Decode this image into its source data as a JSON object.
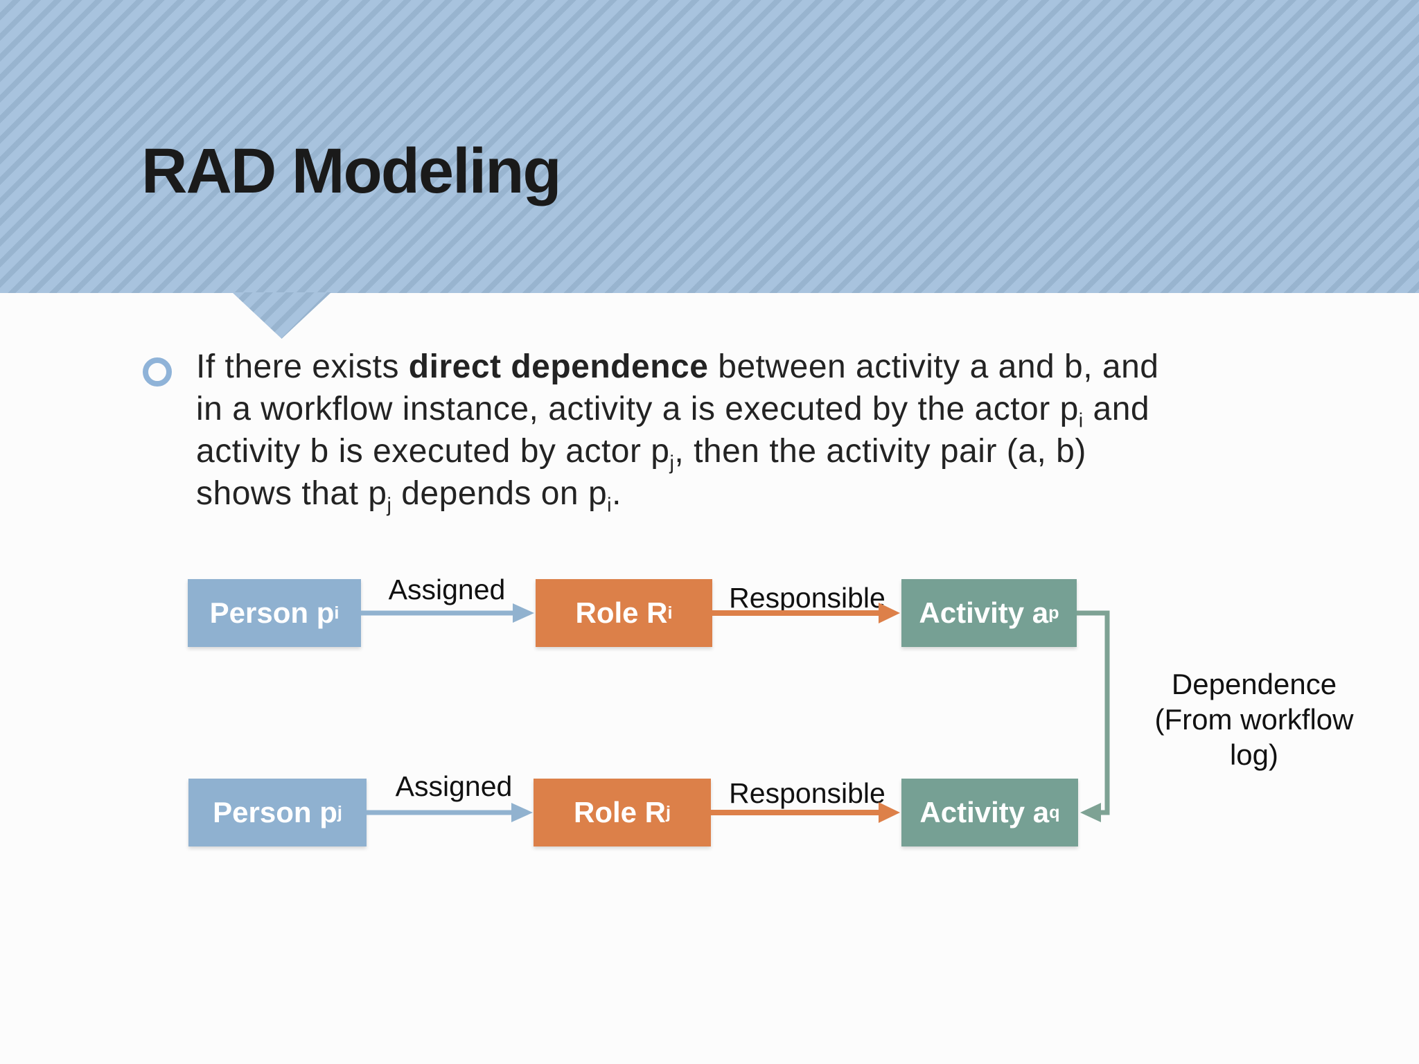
{
  "colors": {
    "background": "#fcfcfc",
    "band_light": "#a8c3de",
    "band_dark": "#98b4cf",
    "title_text": "#1a1a1a",
    "body_text": "#232323",
    "label_text": "#111111",
    "bullet_ring": "#8fb3d8",
    "person_box": "#8fb1d0",
    "role_box": "#dc8049",
    "activity_box": "#76a094",
    "arrow_blue": "#91b2cf",
    "arrow_orange": "#dd8049",
    "dependence_line": "#7ea294",
    "box_text": "#ffffff"
  },
  "title": "RAD Modeling",
  "bullet": {
    "icon": "ring-bullet-icon",
    "lines": [
      [
        {
          "t": "If there exists "
        },
        {
          "t": "direct dependence",
          "b": true
        },
        {
          "t": " between activity a and b, and"
        }
      ],
      [
        {
          "t": "in a workflow instance, activity a is executed by the actor p"
        },
        {
          "t": "i",
          "sub": true
        },
        {
          "t": " and"
        }
      ],
      [
        {
          "t": "activity b is executed by actor p"
        },
        {
          "t": "j",
          "sub": true
        },
        {
          "t": ", then the activity pair (a, b)"
        }
      ],
      [
        {
          "t": "shows that p"
        },
        {
          "t": "j",
          "sub": true
        },
        {
          "t": " depends on p"
        },
        {
          "t": "i",
          "sub": true
        },
        {
          "t": "."
        }
      ]
    ]
  },
  "diagram": {
    "rows": [
      {
        "person_label": "Person p",
        "person_sub": "i",
        "assigned_label": "Assigned",
        "role_label": "Role R",
        "role_sub": "i",
        "responsible_label": "Responsible",
        "activity_label": "Activity a",
        "activity_sub": "p"
      },
      {
        "person_label": "Person p",
        "person_sub": "j",
        "assigned_label": "Assigned",
        "role_label": "Role R",
        "role_sub": "j",
        "responsible_label": "Responsible",
        "activity_label": "Activity a",
        "activity_sub": "q"
      }
    ],
    "dependence_label": [
      "Dependence",
      "(From workflow log)"
    ]
  }
}
